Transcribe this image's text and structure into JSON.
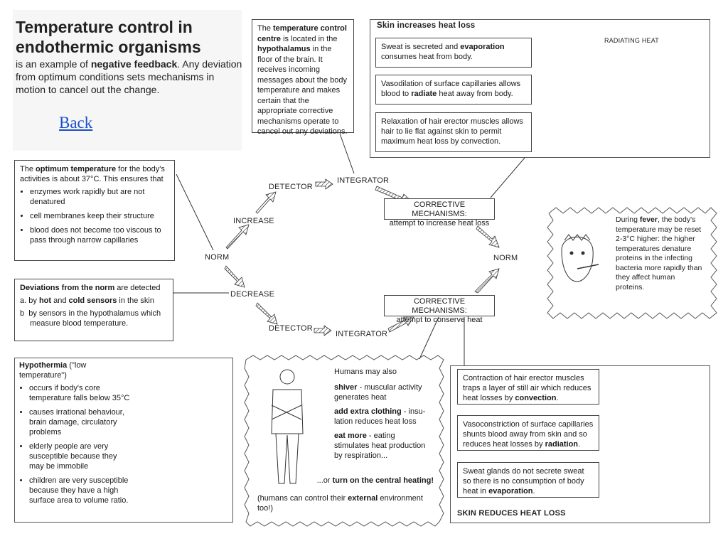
{
  "header": {
    "title": "Temperature control in endothermic organisms",
    "intro_prefix": "is an example of ",
    "intro_bold": "negative feedback",
    "intro_suffix": ". Any deviation from optimum conditions sets mechanisms in motion to cancel out the change.",
    "back_link": "Back"
  },
  "centre_box": {
    "t1": "The ",
    "b1": "temperature control centre",
    "t2": " is located in the ",
    "b2": "hypothalamus",
    "t3": " in the floor of the brain. It receives incoming messages about the body temperature and makes certain that the appropriate corrective mechanisms operate to cancel out any deviations."
  },
  "skin_increase": {
    "heading": "Skin increases heat loss",
    "radiating_label": "RADIATING HEAT",
    "item1_pre": "Sweat is secreted and ",
    "item1_bold": "evaporation",
    "item1_post": " consumes heat from body.",
    "item2_pre": "Vasodilation of surface capillaries allows blood to ",
    "item2_bold": "radiate",
    "item2_post": " heat away from body.",
    "item3": "Relaxation of hair erector muscles allows hair to lie flat against skin to permit maximum heat loss by convection."
  },
  "optimum_box": {
    "t1": "The ",
    "b1": "optimum temperature",
    "t2": " for the body's activities is about 37°C. This ensures that",
    "bullets": [
      "enzymes work rapidly but are not denatured",
      "cell membranes keep their structure",
      "blood does not become too viscous to pass through narrow capillaries"
    ]
  },
  "deviations_box": {
    "b1": "Deviations from the norm",
    "t1": " are detected",
    "a_prefix": "a.",
    "a_pre": "by ",
    "a_b1": "hot",
    "a_mid": " and ",
    "a_b2": "cold sensors",
    "a_post": " in the skin",
    "b_prefix": "b",
    "b_text": "by sensors in the hypothalamus which measure blood temperature."
  },
  "cycle": {
    "norm_left": "NORM",
    "increase": "INCREASE",
    "decrease": "DECREASE",
    "detector_top": "DETECTOR",
    "integrator_top": "INTEGRATOR",
    "detector_bottom": "DETECTOR",
    "integrator_bottom": "INTEGRATOR",
    "norm_right": "NORM",
    "cm_top_title": "CORRECTIVE MECHANISMS:",
    "cm_top_sub": "attempt to increase heat loss",
    "cm_bottom_title": "CORRECTIVE MECHANISMS:",
    "cm_bottom_sub": "attempt to conserve heat"
  },
  "fever_box": {
    "t1": "During ",
    "b1": "fever",
    "t2": ", the body's temperature may be reset 2-3°C higher: the higher temperatures denature proteins in the infecting bacteria more rapidly than they affect human proteins."
  },
  "hypothermia_box": {
    "b1": "Hypothermia",
    "t1": " (\"low temperature\")",
    "bullets": [
      "occurs if body's core temperature falls below 35°C",
      "causes irrational behaviour, brain damage, circulatory problems",
      "elderly people are very susceptible because they may be immobile",
      "children are very susceptible because they have a high surface area to volume ratio."
    ]
  },
  "humans_box": {
    "intro": "Humans may also",
    "i1_bold": "shiver",
    "i1_text": " - muscular activity generates heat",
    "i2_bold": "add extra clothing",
    "i2_text": " - insu-lation reduces heat loss",
    "i3_bold": "eat more",
    "i3_text": " - eating stimulates heat production by respiration...",
    "i4_pre": "...or ",
    "i4_bold": "turn on the central heating!",
    "i5_pre": "(humans can control their ",
    "i5_bold": "external",
    "i5_post": " environment too!)"
  },
  "skin_reduce": {
    "item1_pre": "Contraction of hair erector muscles traps a layer of still air which reduces heat losses by ",
    "item1_bold": "convection",
    "item1_post": ".",
    "item2_pre": "Vasoconstriction of surface capillaries shunts blood away from skin and so reduces heat losses by ",
    "item2_bold": "radiation",
    "item2_post": ".",
    "item3_pre": "Sweat glands do not secrete sweat so there is no consumption of body heat in ",
    "item3_bold": "evaporation",
    "item3_post": ".",
    "heading": "SKIN REDUCES HEAT LOSS"
  }
}
